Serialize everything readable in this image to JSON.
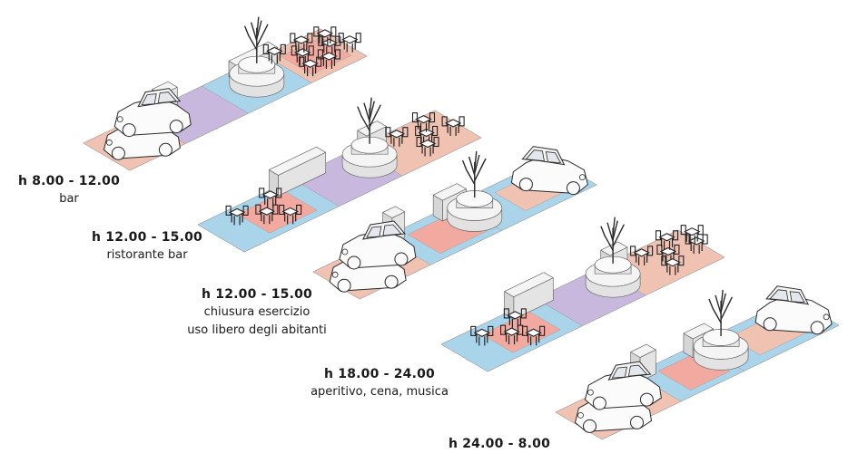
{
  "scenes": [
    {
      "time": "h 8.00 - 12.00",
      "lines": [
        "bar"
      ]
    },
    {
      "time": "h 12.00 - 15.00",
      "lines": [
        "ristorante bar"
      ]
    },
    {
      "time": "h 12.00 - 15.00",
      "lines": [
        "chiusura esercizio",
        "uso libero degli abitanti"
      ]
    },
    {
      "time": "h 18.00 - 24.00",
      "lines": [
        "aperitivo, cena, musica"
      ]
    },
    {
      "time": "h 24.00 - 8.00",
      "lines": []
    }
  ],
  "colors": {
    "lavender": "#c9b8de",
    "peach": "#f0c2b2",
    "blue": "#a9d4ea",
    "pink": "#f2a9a0",
    "volume": "#f4f4f4",
    "stroke": "#6b6b6b",
    "ink": "#1a1a1a"
  }
}
